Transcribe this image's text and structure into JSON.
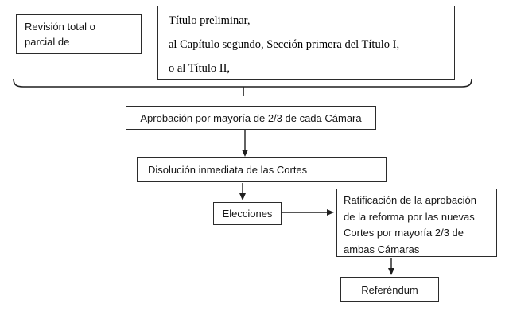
{
  "diagram": {
    "title_implicit": "Procedimiento de reforma constitucional agravada",
    "boxes": {
      "revision": {
        "lines": [
          "Revisión total o",
          "parcial de"
        ]
      },
      "titulos": {
        "lines": [
          "Título preliminar,",
          "al Capítulo segundo, Sección primera del Título I,",
          "o al Título II,"
        ]
      },
      "aprobacion": {
        "label": "Aprobación por mayoría de 2/3 de cada Cámara"
      },
      "disolucion": {
        "label": "Disolución inmediata de las Cortes"
      },
      "elecciones": {
        "label": "Elecciones"
      },
      "ratificacion": {
        "lines": [
          "Ratificación de la aprobación",
          "de la reforma por las nuevas",
          "Cortes por mayoría 2/3 de",
          "ambas Cámaras"
        ]
      },
      "referendum": {
        "label": "Referéndum"
      }
    },
    "colors": {
      "border": "#2b2b2b",
      "connector": "#1f1f1f",
      "text": "#161616",
      "background": "#ffffff"
    }
  }
}
